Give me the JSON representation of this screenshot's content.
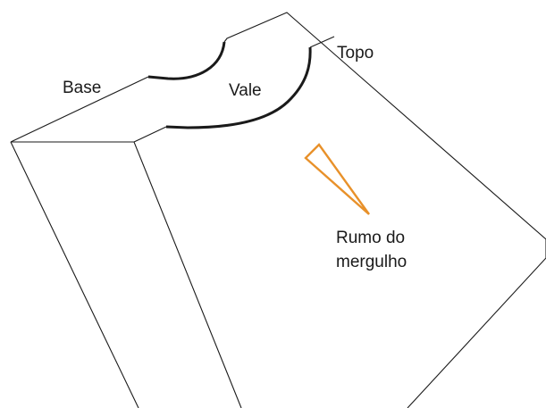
{
  "labels": {
    "base": "Base",
    "vale": "Vale",
    "topo": "Topo",
    "rumo_line1": "Rumo do",
    "rumo_line2": "mergulho"
  },
  "colors": {
    "outline": "#1a1a1a",
    "valley_curve": "#1a1a1a",
    "dip_arrow": "#e8912a",
    "background": "#ffffff"
  }
}
